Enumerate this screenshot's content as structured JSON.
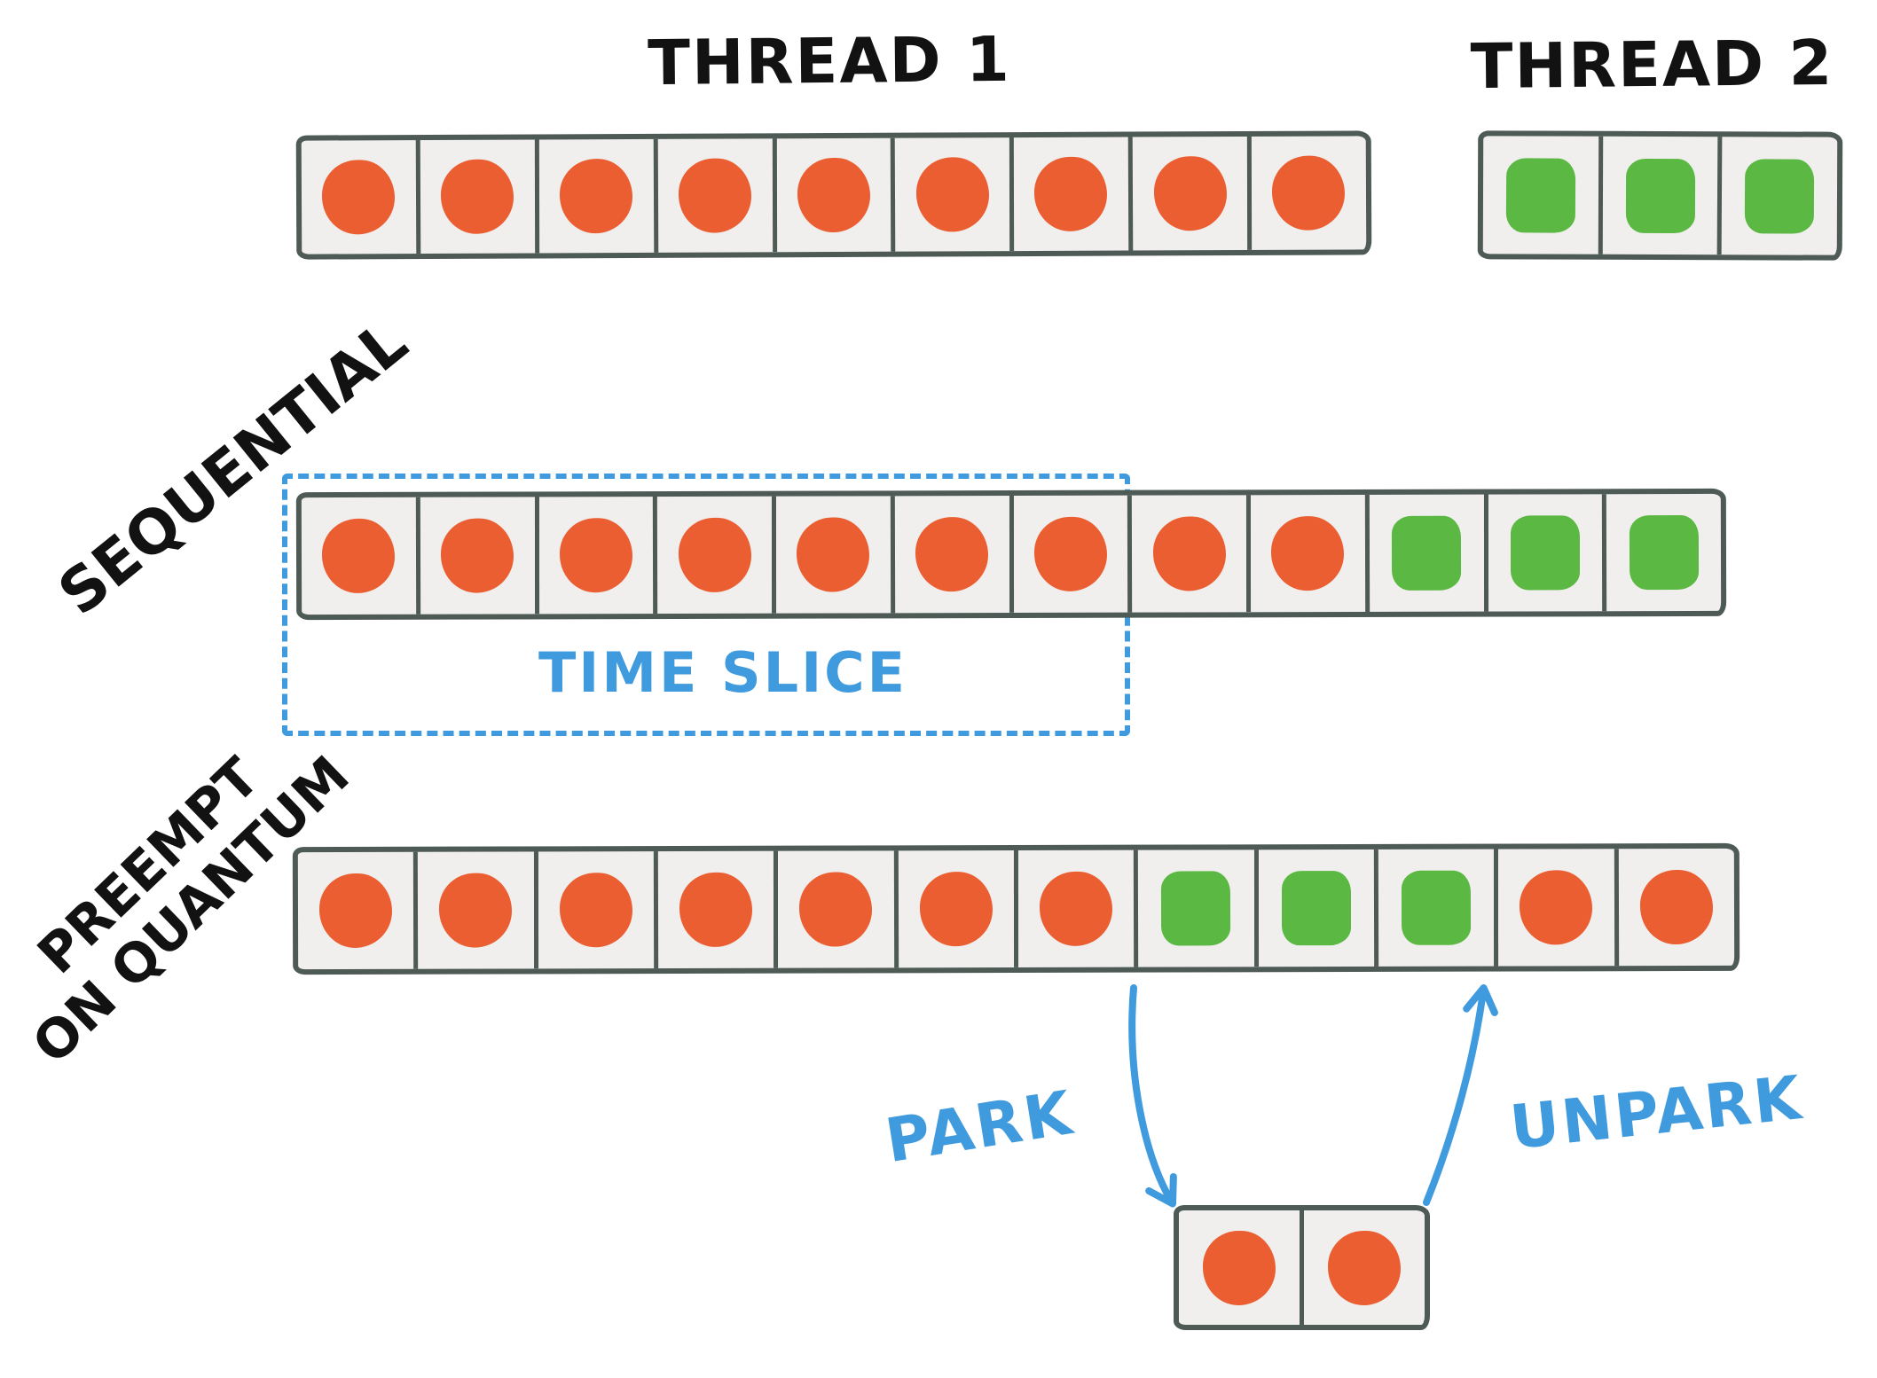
{
  "colors": {
    "bg": "#ffffff",
    "ink": "#4e5a55",
    "text": "#121212",
    "orange": "#eb5e31",
    "green": "#5bb843",
    "blue": "#3f9ade",
    "cell": "#f0efed"
  },
  "labels": {
    "thread1": "THREAD 1",
    "thread2": "THREAD 2",
    "sequential": "SEQUENTIAL",
    "preempt_line1": "PREEMPT",
    "preempt_line2": "ON QUANTUM",
    "time_slice": "TIME SLICE",
    "park": "PARK",
    "unpark": "UNPARK"
  },
  "rows": {
    "thread1": {
      "cells": [
        "thread1-task",
        "thread1-task",
        "thread1-task",
        "thread1-task",
        "thread1-task",
        "thread1-task",
        "thread1-task",
        "thread1-task",
        "thread1-task"
      ]
    },
    "thread2": {
      "cells": [
        "thread2-task",
        "thread2-task",
        "thread2-task"
      ]
    },
    "sequential": {
      "cells": [
        "thread1-task",
        "thread1-task",
        "thread1-task",
        "thread1-task",
        "thread1-task",
        "thread1-task",
        "thread1-task",
        "thread1-task",
        "thread1-task",
        "thread2-task",
        "thread2-task",
        "thread2-task"
      ]
    },
    "preempt": {
      "cells": [
        "thread1-task",
        "thread1-task",
        "thread1-task",
        "thread1-task",
        "thread1-task",
        "thread1-task",
        "thread1-task",
        "thread2-task",
        "thread2-task",
        "thread2-task",
        "thread1-task",
        "thread1-task"
      ]
    },
    "parked": {
      "cells": [
        "thread1-task",
        "thread1-task"
      ]
    }
  }
}
